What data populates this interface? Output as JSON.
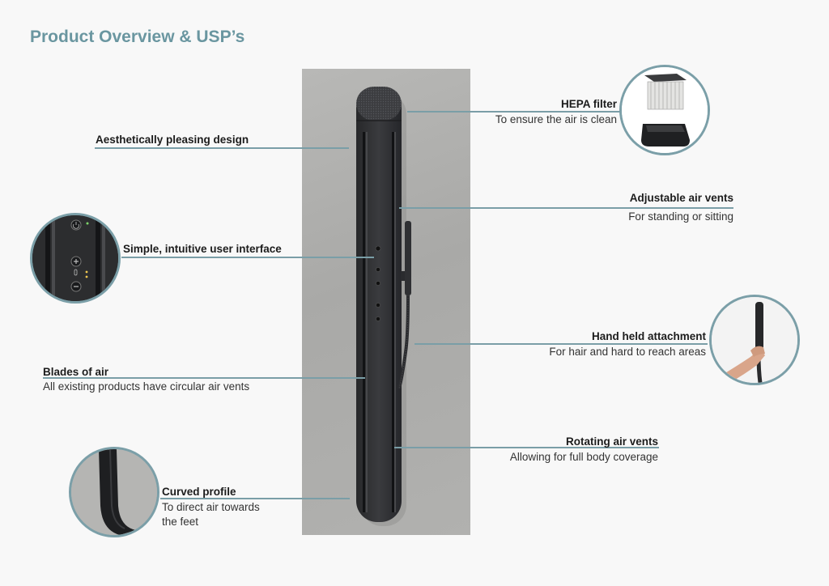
{
  "page": {
    "title": "Product Overview & USP’s"
  },
  "features": {
    "design": {
      "title": "Aesthetically pleasing design"
    },
    "ui": {
      "title": "Simple, intuitive user interface"
    },
    "blades": {
      "title": "Blades of air",
      "subtitle": "All existing products have circular air vents"
    },
    "curved": {
      "title": "Curved profile",
      "subtitle_line1": "To direct air towards",
      "subtitle_line2": "the feet"
    },
    "hepa": {
      "title": "HEPA filter",
      "subtitle": "To ensure the air is clean"
    },
    "vents": {
      "title": "Adjustable air vents",
      "subtitle": "For standing or sitting"
    },
    "handheld": {
      "title": "Hand held attachment",
      "subtitle": "For hair and hard to reach areas"
    },
    "rotating": {
      "title": "Rotating air vents",
      "subtitle": "Allowing for full body coverage"
    }
  },
  "colors": {
    "accent": "#7a9ea7",
    "title": "#6a96a0",
    "product": "#2e2f31",
    "wall": "#b0b0ae"
  },
  "icons": [
    "power-icon",
    "plus-icon",
    "minus-icon",
    "temperature-icon"
  ]
}
